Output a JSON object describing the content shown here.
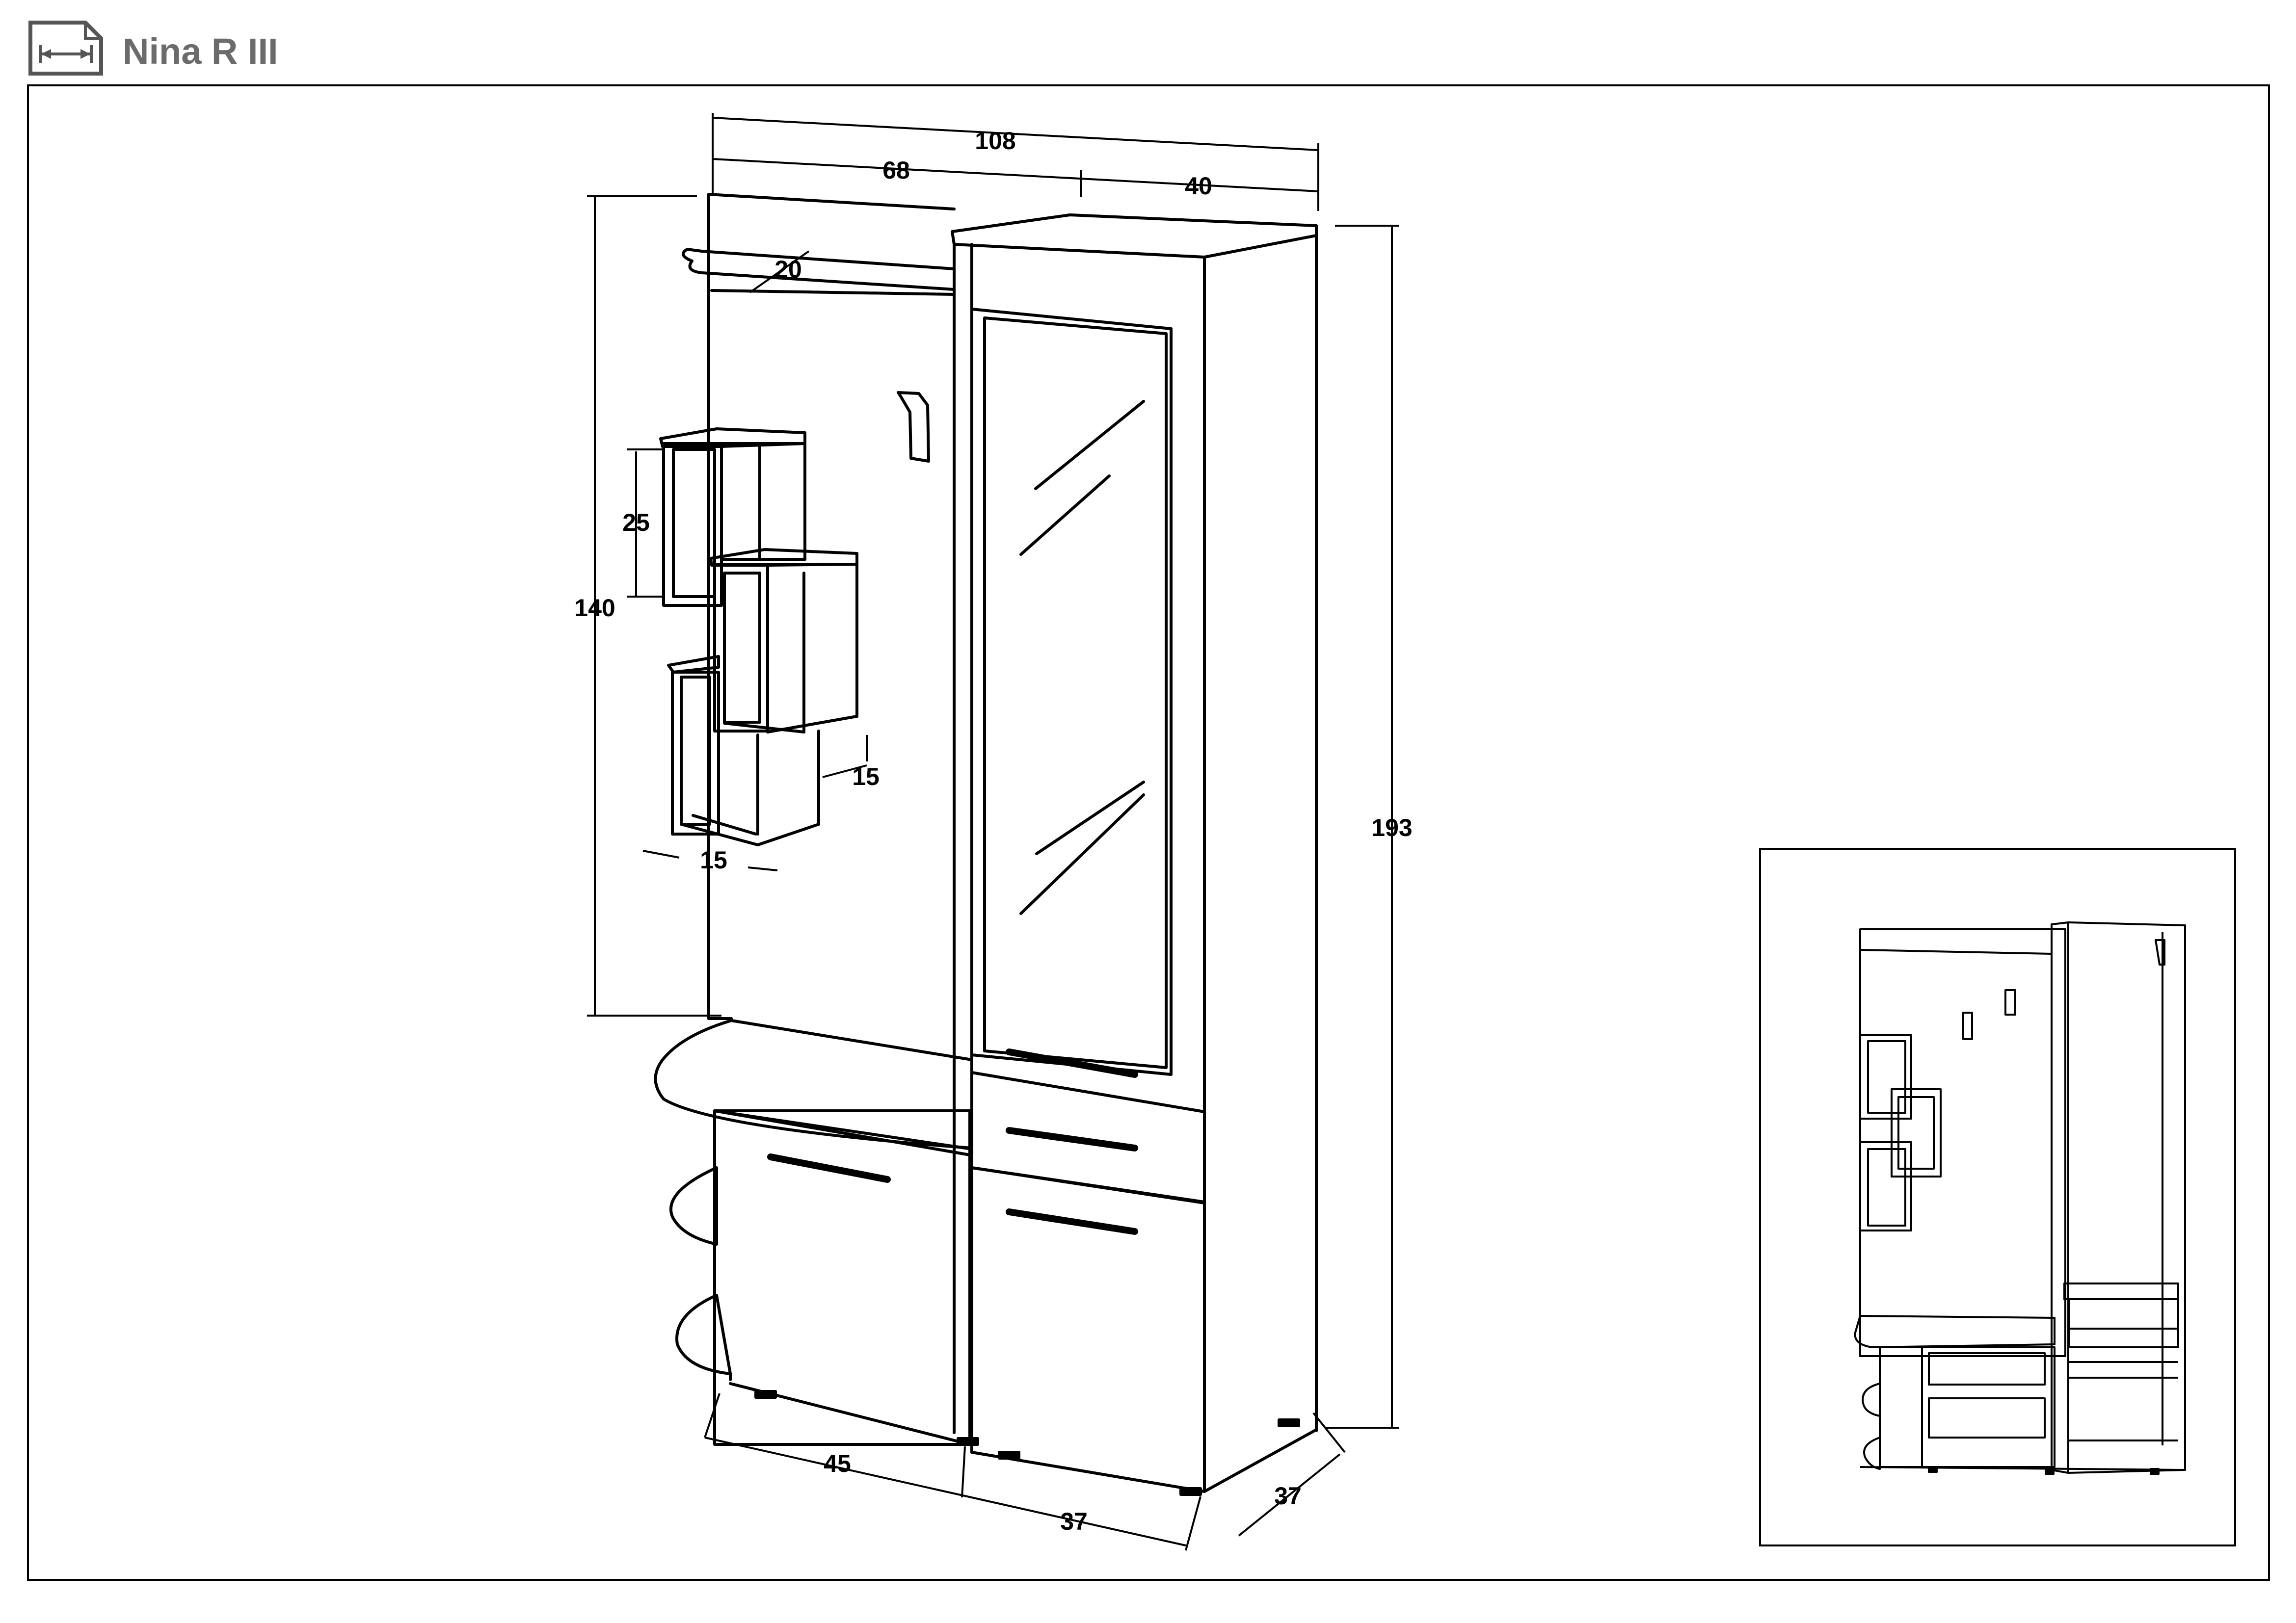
{
  "header": {
    "icon": "dimensions-icon",
    "title": "Nina R III"
  },
  "dimensions": {
    "overall_width": "108",
    "left_width": "68",
    "right_width": "40",
    "shelf_depth": "20",
    "panel_height": "140",
    "total_height": "193",
    "box_height": "25",
    "box_depth": "15",
    "box_width": "15",
    "bottom_left_width": "45",
    "bottom_right_width": "37",
    "cabinet_depth": "37"
  },
  "colors": {
    "line": "#000000",
    "title": "#6b6b6b",
    "frame": "#000000"
  }
}
